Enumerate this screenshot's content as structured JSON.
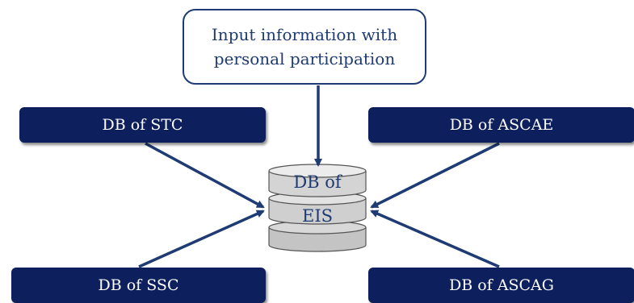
{
  "input_box": {
    "text": "Input information with personal participation"
  },
  "sources": {
    "stc": "DB of STC",
    "ascae": "DB of ASCAE",
    "ssc": "DB of SSC",
    "ascag": "DB of ASCAG"
  },
  "central_db": {
    "line1": "DB of",
    "line2": "EIS"
  },
  "colors": {
    "box_fill": "#0d1f5c",
    "arrow": "#1f3b73",
    "cylinder_fill": "#d3d3d3",
    "text_blue": "#1f3b73"
  }
}
